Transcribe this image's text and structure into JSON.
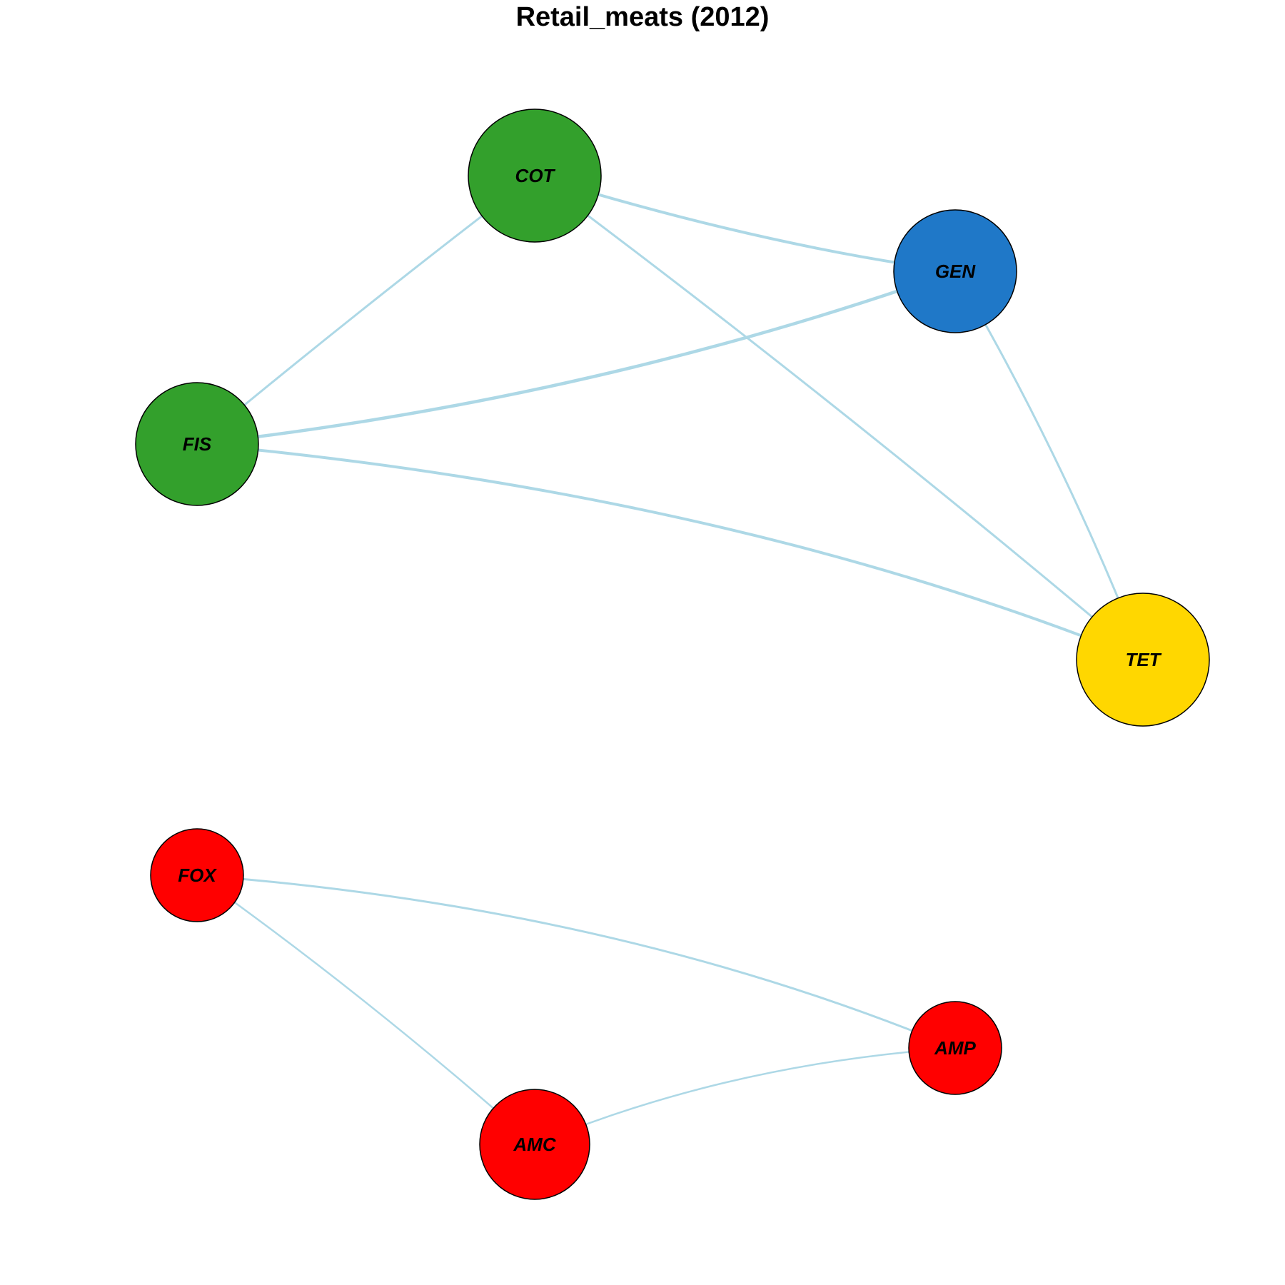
{
  "title": "Retail_meats (2012)",
  "edge_color": "#add8e6",
  "nodes": [
    {
      "id": "COT",
      "color": "#33a02c"
    },
    {
      "id": "GEN",
      "color": "#1f78c8"
    },
    {
      "id": "FIS",
      "color": "#33a02c"
    },
    {
      "id": "TET",
      "color": "#ffd700"
    },
    {
      "id": "FOX",
      "color": "#ff0000"
    },
    {
      "id": "AMP",
      "color": "#ff0000"
    },
    {
      "id": "AMC",
      "color": "#ff0000"
    }
  ],
  "edges": [
    {
      "source": "COT",
      "target": "GEN"
    },
    {
      "source": "COT",
      "target": "FIS"
    },
    {
      "source": "COT",
      "target": "TET"
    },
    {
      "source": "GEN",
      "target": "FIS"
    },
    {
      "source": "GEN",
      "target": "TET"
    },
    {
      "source": "FIS",
      "target": "TET"
    },
    {
      "source": "FOX",
      "target": "AMP"
    },
    {
      "source": "FOX",
      "target": "AMC"
    },
    {
      "source": "AMC",
      "target": "AMP"
    }
  ]
}
